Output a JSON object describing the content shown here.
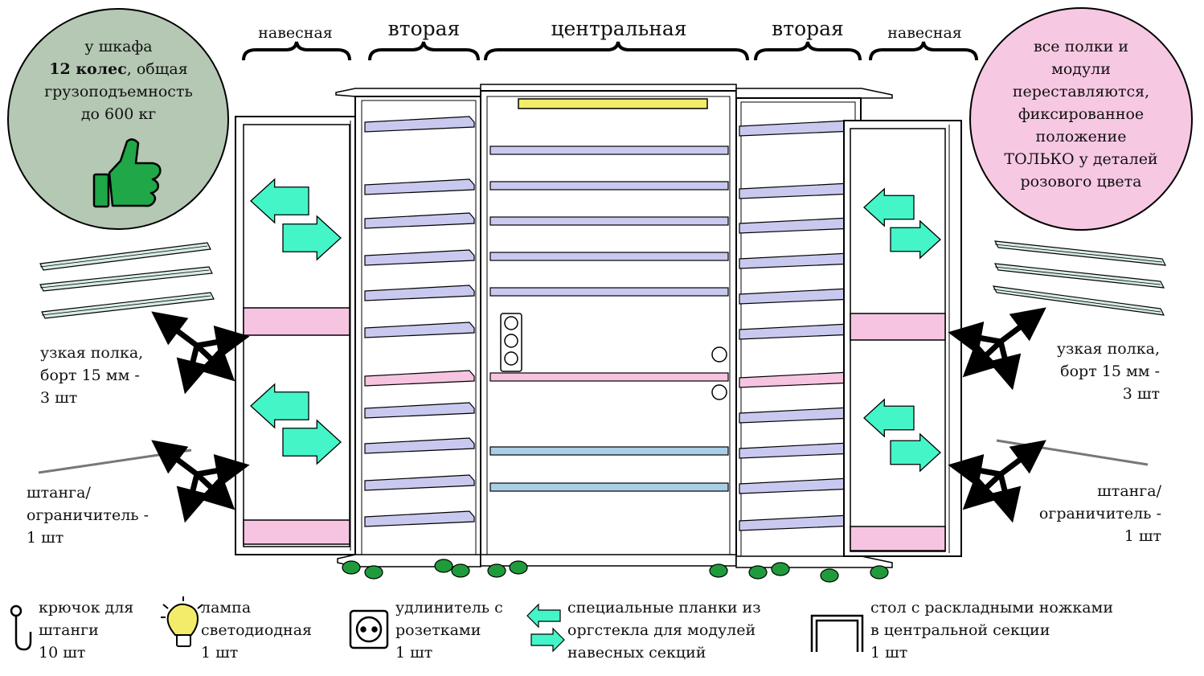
{
  "sections": {
    "left_hanging": "навесная",
    "left_second": "вторая",
    "central": "центральная",
    "right_second": "вторая",
    "right_hanging": "навесная"
  },
  "left_circle": {
    "line1": "у шкафа",
    "bold": "12 колес",
    "line2_rest": ", общая",
    "line3": "грузоподъемность",
    "line4": "до 600 кг",
    "color": "#b4c8b4",
    "icon": "thumbs-up-icon"
  },
  "right_circle": {
    "lines": [
      "все полки и",
      "модули",
      "переставляются,",
      "фиксированное",
      "положение",
      "ТОЛЬКО у деталей",
      "розового цвета"
    ],
    "color": "#f7c8e2"
  },
  "narrow_shelf_left": [
    "узкая полка,",
    "борт 15 мм -",
    "3 шт"
  ],
  "narrow_shelf_right": [
    "узкая полка,",
    "борт 15 мм -",
    "3 шт"
  ],
  "rod_left": [
    "штанга/",
    "ограничитель -",
    "1 шт"
  ],
  "rod_right": [
    "штанга/",
    "ограничитель -",
    "1 шт"
  ],
  "legend": [
    {
      "icon": "hook-icon",
      "lines": [
        "крючок для",
        "штанги",
        "10 шт"
      ]
    },
    {
      "icon": "bulb-icon",
      "lines": [
        "лампа",
        "светодиодная",
        "1 шт"
      ]
    },
    {
      "icon": "socket-icon",
      "lines": [
        "удлинитель с",
        "розетками",
        "1 шт"
      ]
    },
    {
      "icon": "arrows-icon",
      "lines": [
        "специальные планки из",
        "оргстекла для модулей",
        "навесных секций"
      ]
    },
    {
      "icon": "table-icon",
      "lines": [
        "стол с раскладными ножками",
        "в центральной секции",
        "1 шт"
      ]
    }
  ],
  "colors": {
    "arrow": "#44f5c8",
    "shelf": "#c9c9f0",
    "shelf_pink": "#f6c4e0",
    "shelf_blue": "#a9cfe6",
    "lamp": "#f2ec6a",
    "wheel": "#1f9b3c",
    "thumb": "#1fa748"
  }
}
